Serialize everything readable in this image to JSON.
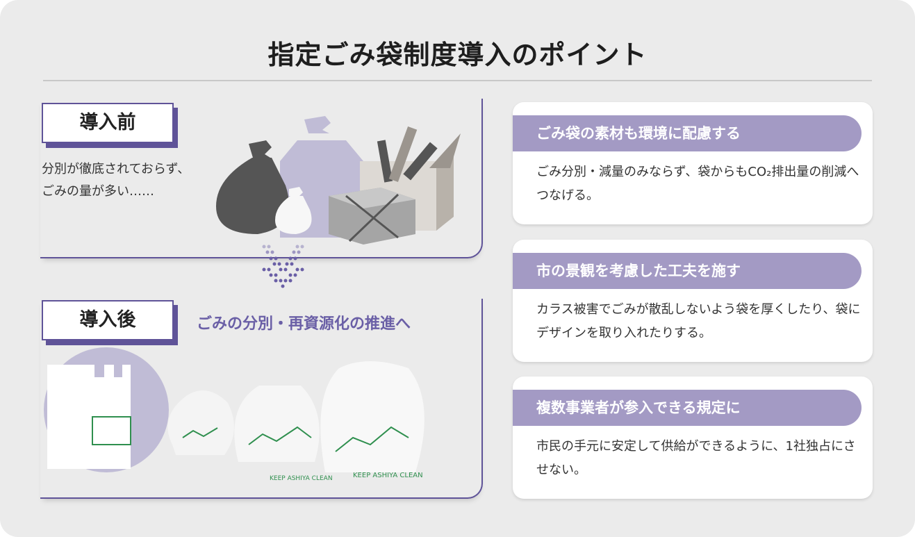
{
  "title": "指定ごみ袋制度導入のポイント",
  "before": {
    "label": "導入前",
    "description": "分別が徹底されておらず、ごみの量が多い……"
  },
  "after": {
    "label": "導入後",
    "subtitle": "ごみの分別・再資源化の推進へ",
    "bag_print": "KEEP ASHIYA CLEAN"
  },
  "points": [
    {
      "heading": "ごみ袋の素材も環境に配慮する",
      "text": "ごみ分別・減量のみならず、袋からもCO₂排出量の削減へつなげる。"
    },
    {
      "heading": "市の景観を考慮した工夫を施す",
      "text": "カラス被害でごみが散乱しないよう袋を厚くしたり、袋にデザインを取り入れたりする。"
    },
    {
      "heading": "複数事業者が参入できる規定に",
      "text": "市民の手元に安定して供給ができるように、1社独占にさせない。"
    }
  ],
  "colors": {
    "accent": "#5f5398",
    "band": "#a39ac4",
    "background": "#ebebeb"
  }
}
